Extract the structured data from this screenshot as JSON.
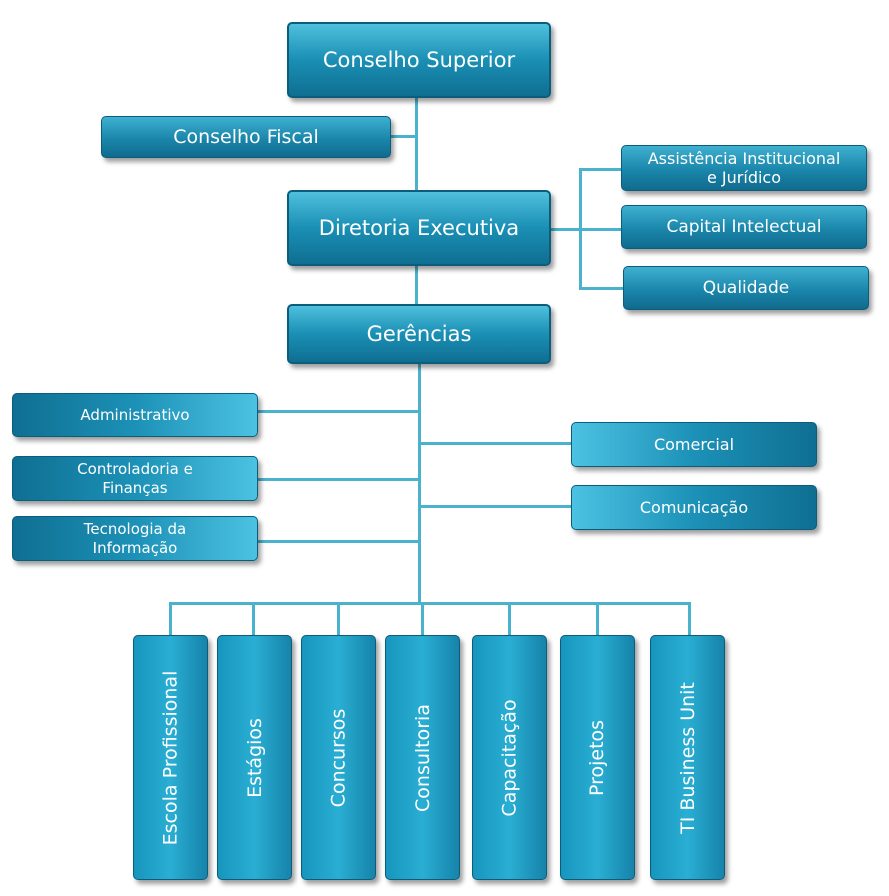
{
  "top": {
    "conselho_superior": "Conselho Superior",
    "conselho_fiscal": "Conselho Fiscal",
    "diretoria_executiva": "Diretoria Executiva",
    "gerencias": "Gerências"
  },
  "staff": {
    "assistencia_line1": "Assistência Institucional",
    "assistencia_line2": "e Jurídico",
    "capital_intelectual": "Capital Intelectual",
    "qualidade": "Qualidade"
  },
  "left_units": {
    "administrativo": "Administrativo",
    "controladoria_line1": "Controladoria e",
    "controladoria_line2": "Finanças",
    "tecnologia_line1": "Tecnologia da",
    "tecnologia_line2": "Informação"
  },
  "right_units": {
    "comercial": "Comercial",
    "comunicacao": "Comunicação"
  },
  "business_units": [
    "Escola Profissional",
    "Estágios",
    "Concursos",
    "Consultoria",
    "Capacitação",
    "Projetos",
    "TI Business Unit"
  ],
  "colors": {
    "box_dark": "#0f6f92",
    "box_light": "#4cc2e2",
    "connector": "#4ab2cc"
  }
}
